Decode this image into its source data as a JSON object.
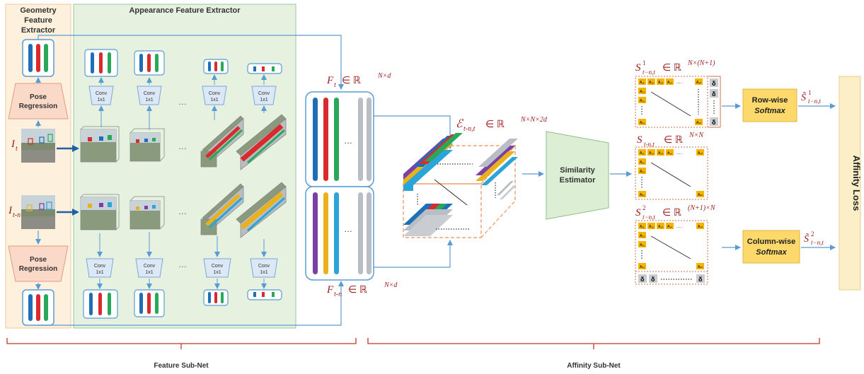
{
  "sections": {
    "geometry_title": [
      "Geometry",
      "Feature",
      "Extractor"
    ],
    "appearance_title": "Appearance Feature Extractor",
    "feature_subnet": "Feature Sub-Net",
    "affinity_subnet": "Affinity Sub-Net"
  },
  "blocks": {
    "pose_top": [
      "Pose",
      "Regression"
    ],
    "pose_bottom": [
      "Pose",
      "Regression"
    ],
    "conv_top": [
      [
        "Conv",
        "1x1"
      ],
      [
        "Conv",
        "1x1"
      ],
      [
        "Conv",
        "1x1"
      ],
      [
        "Conv",
        "1x1"
      ]
    ],
    "conv_bottom": [
      [
        "Conv",
        "1x1"
      ],
      [
        "Conv",
        "1x1"
      ],
      [
        "Conv",
        "1x1"
      ],
      [
        "Conv",
        "1x1"
      ]
    ],
    "similarity": [
      "Similarity",
      "Estimator"
    ],
    "row_softmax": [
      "Row-wise",
      "Softmax"
    ],
    "col_softmax": [
      "Column-wise",
      "Softmax"
    ],
    "affinity_loss": "Affinity Loss"
  },
  "inputs": {
    "frame_t": "I",
    "frame_t_sub": "t",
    "frame_tn": "I",
    "frame_tn_sub": "t-n"
  },
  "features": {
    "ft": "F",
    "ft_sub": "t",
    "ft_space": "∈ ℝ",
    "ft_sup": "N×d",
    "ftn": "F",
    "ftn_sub": "t-n",
    "ftn_space": "∈ ℝ",
    "ftn_sup": "N×d",
    "ellipsis": "…"
  },
  "tensor": {
    "symbol": "ℰ",
    "sub": "t-n,t",
    "space": "∈ ℝ",
    "sup": "N×N×2d"
  },
  "matrices": {
    "s1": {
      "symbol": "S",
      "sup": "1",
      "sub": "t−n,t",
      "space": "∈ ℝ",
      "dim": "N×(N+1)"
    },
    "s": {
      "symbol": "S",
      "sub": "t-n,t",
      "space": "∈ ℝ",
      "dim": "N×N"
    },
    "s2": {
      "symbol": "S",
      "sup": "2",
      "sub": "t−n,t",
      "space": "∈ ℝ",
      "dim": "(N+1)×N"
    },
    "s1_out": {
      "symbol": "S̃",
      "sup": "1",
      "sub": "t−n,t"
    },
    "s2_out": {
      "symbol": "S̃",
      "sup": "2",
      "sub": "t−n,t"
    },
    "row_cells": [
      "A₁₁",
      "A₁₂",
      "A₁₃",
      "A₁₄",
      "A₁ₙ"
    ],
    "col_cells": [
      "A₂₁",
      "A₃₁"
    ],
    "last_cell": "Aₙ₁",
    "end_cell": "Aₙₙ",
    "delta": "δ",
    "dots": "......"
  },
  "colors": {
    "blue": "#1f6fb8",
    "red": "#d92b2b",
    "green": "#2aa85a",
    "purple": "#7b3fa6",
    "yellow": "#e9b21d",
    "cyan": "#2ba4d9",
    "gray": "#b9bec4",
    "dark_red": "#9b1c1c",
    "cell_yellow": "#f5b400",
    "softmax_fill": "#fcd96a",
    "loss_fill": "#fcefc7",
    "estimator_fill": "#dcefd5",
    "app_fill": "#e6f2df",
    "geo_fill": "#fdf1de",
    "pose_fill": "#fbd9c9",
    "conv_fill": "#dce8f6",
    "line_blue": "#5b9bd5"
  }
}
